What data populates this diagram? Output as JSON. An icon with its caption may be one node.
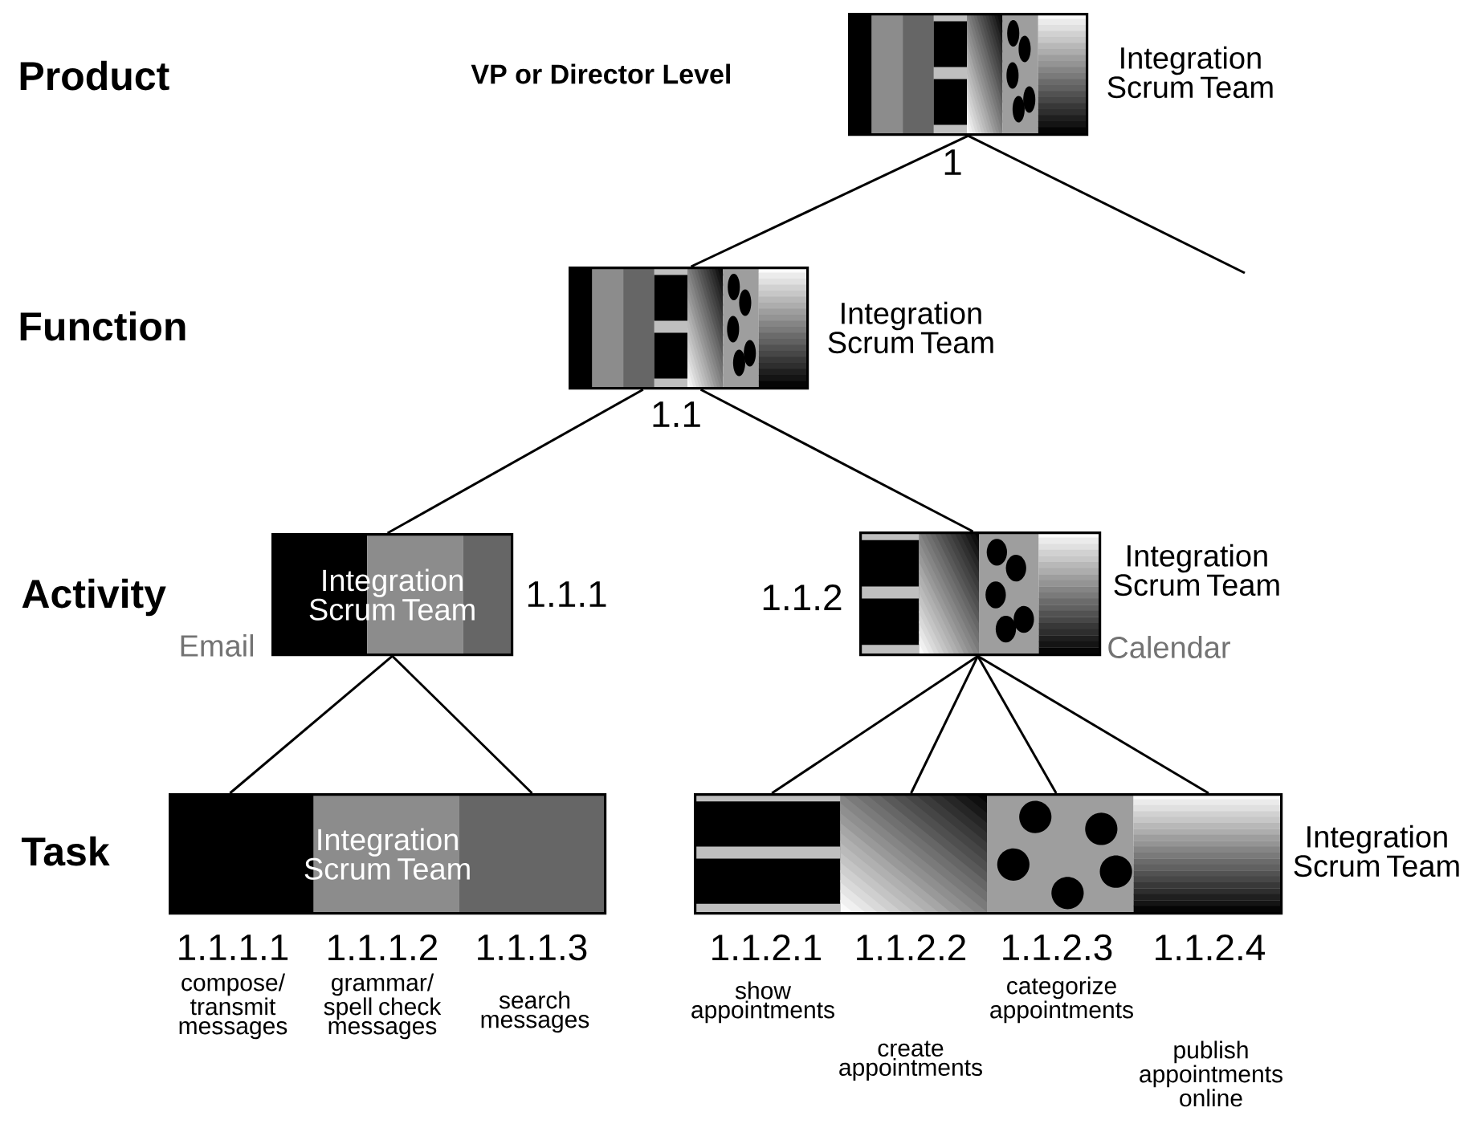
{
  "diagram": {
    "nodes": [
      {
        "text": [],
        "shape": "box",
        "beside": [
          "Integration Scrum Team",
          "1"
        ]
      },
      {
        "text": [],
        "shape": "box",
        "beside": [
          "Integration Scrum Team",
          "1.1"
        ]
      },
      {
        "text": [
          "Integration Scrum Team"
        ],
        "beside": [
          "1.1.1",
          "Email"
        ]
      },
      {
        "text": [],
        "shape": "box",
        "beside": [
          "1.1.2",
          "Integration Scrum Team",
          "Calendar"
        ]
      },
      {
        "text": [
          "Integration Scrum Team"
        ],
        "beside": [
          "1.1.1.1",
          "compose/ transmit messages",
          "1.1.1.2",
          "grammar/ spell check messages",
          "1.1.1.3",
          "search messages"
        ]
      },
      {
        "text": [],
        "shape": "box",
        "beside": [
          "Integration Scrum Team"
        ]
      },
      {
        "text": [],
        "shape": "box",
        "in": 5,
        "beside": [
          "1.1.2.1",
          "show appointments"
        ]
      },
      {
        "text": [],
        "shape": "box",
        "in": 5,
        "beside": [
          "1.1.2.2",
          "create appointments"
        ]
      },
      {
        "text": [],
        "shape": "box",
        "in": 5,
        "beside": [
          "1.1.2.3",
          "categorize appointments"
        ]
      },
      {
        "text": [],
        "shape": "box",
        "in": 5,
        "beside": [
          "1.1.2.4",
          "publish appointments online"
        ]
      }
    ],
    "edges": [
      {
        "from": 0,
        "to": 1,
        "arrow": "none"
      },
      {
        "from": 0,
        "to": null,
        "arrow": "none"
      },
      {
        "from": 1,
        "to": 2,
        "arrow": "none"
      },
      {
        "from": 1,
        "to": 3,
        "arrow": "none"
      },
      {
        "from": 2,
        "to": 4,
        "arrow": "none"
      },
      {
        "from": 2,
        "to": 4,
        "arrow": "none"
      },
      {
        "from": 3,
        "to": 6,
        "arrow": "none"
      },
      {
        "from": 3,
        "to": 7,
        "arrow": "none"
      },
      {
        "from": 3,
        "to": 8,
        "arrow": "none"
      },
      {
        "from": 3,
        "to": 9,
        "arrow": "none"
      }
    ],
    "labels": [
      "Product",
      "VP or Director Level",
      "Function",
      "Activity",
      "Task"
    ]
  }
}
